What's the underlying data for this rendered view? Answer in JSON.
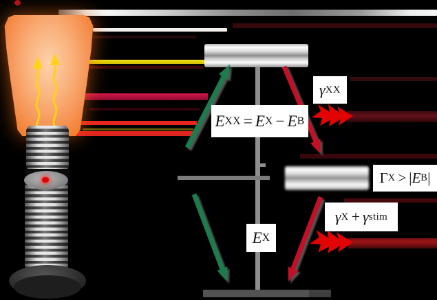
{
  "source_device": {
    "name": "micropillar-quantum-dot-light-source",
    "glow_color": "#f6883b",
    "photon_wave_color": "#ffd216",
    "quantum_dot_color": "#e00000"
  },
  "labels": {
    "biexciton_energy": {
      "E1": "E",
      "sub1": "XX",
      "equals": "=",
      "E2": "E",
      "sub2": "X",
      "minus": "−",
      "E3": "E",
      "sub3": "B"
    },
    "biexciton_decay_rate": {
      "gamma": "γ",
      "sub": "XX"
    },
    "exciton_linewidth_condition": {
      "Gamma": "Γ",
      "sub1": "X",
      "greater": ">",
      "pipe1": "|",
      "E": "E",
      "sub2": "B",
      "pipe2": "|"
    },
    "exciton_decay_rate": {
      "gamma1": "γ",
      "sub1": "X",
      "plus": "+",
      "gamma2": "γ",
      "sub2": "stim"
    },
    "exciton_energy": {
      "E": "E",
      "sub": "X"
    }
  },
  "icons": {
    "photon_burst": "photon-burst-icon",
    "photon_wave": "photon-wave-icon"
  },
  "colors": {
    "pump_green": "#1d7c4d",
    "decay_red": "#c21027",
    "photon_burst_red": "#e00404",
    "yellow_beam": "#e8d409",
    "crimson_beam": "#c01040",
    "level_gray": "#8f8f8f",
    "background": "#000000"
  }
}
